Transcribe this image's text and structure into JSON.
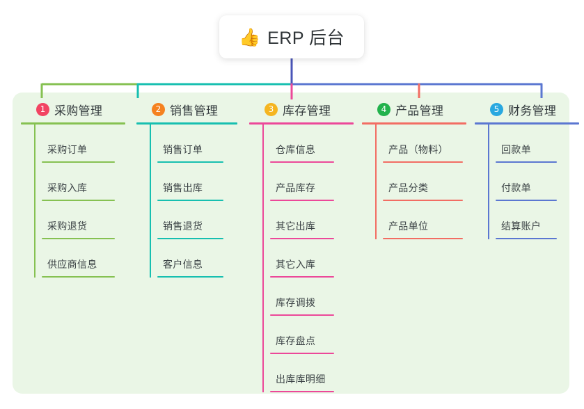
{
  "root": {
    "icon": "thumbs-up-icon",
    "emoji": "👍",
    "title": "ERP 后台"
  },
  "colors": {
    "panel_background": "#eaf6e6",
    "page_background": "#ffffff",
    "root_stem": "#4a55b8",
    "text": "#333a3d"
  },
  "branches": [
    {
      "number": "1",
      "title": "采购管理",
      "badge_color": "#f24462",
      "line_color": "#86c152",
      "items": [
        "采购订单",
        "采购入库",
        "采购退货",
        "供应商信息"
      ]
    },
    {
      "number": "2",
      "title": "销售管理",
      "badge_color": "#f58220",
      "line_color": "#17bfb0",
      "items": [
        "销售订单",
        "销售出库",
        "销售退货",
        "客户信息"
      ]
    },
    {
      "number": "3",
      "title": "库存管理",
      "badge_color": "#f5b520",
      "line_color": "#ec4899",
      "items": [
        "仓库信息",
        "产品库存",
        "其它出库",
        "其它入库",
        "库存调拨",
        "库存盘点",
        "出库库明细"
      ]
    },
    {
      "number": "4",
      "title": "产品管理",
      "badge_color": "#22b24c",
      "line_color": "#f26d63",
      "items": [
        "产品（物料）",
        "产品分类",
        "产品单位"
      ]
    },
    {
      "number": "5",
      "title": "财务管理",
      "badge_color": "#29a8e0",
      "line_color": "#5b77d1",
      "items": [
        "回款单",
        "付款单",
        "结算账户"
      ]
    }
  ],
  "layout": {
    "branch_left": [
      30,
      196,
      358,
      520,
      682
    ],
    "branch_width": [
      150,
      145,
      150,
      150,
      150
    ],
    "sub_rule_width": [
      105,
      95,
      92,
      115,
      88
    ]
  }
}
